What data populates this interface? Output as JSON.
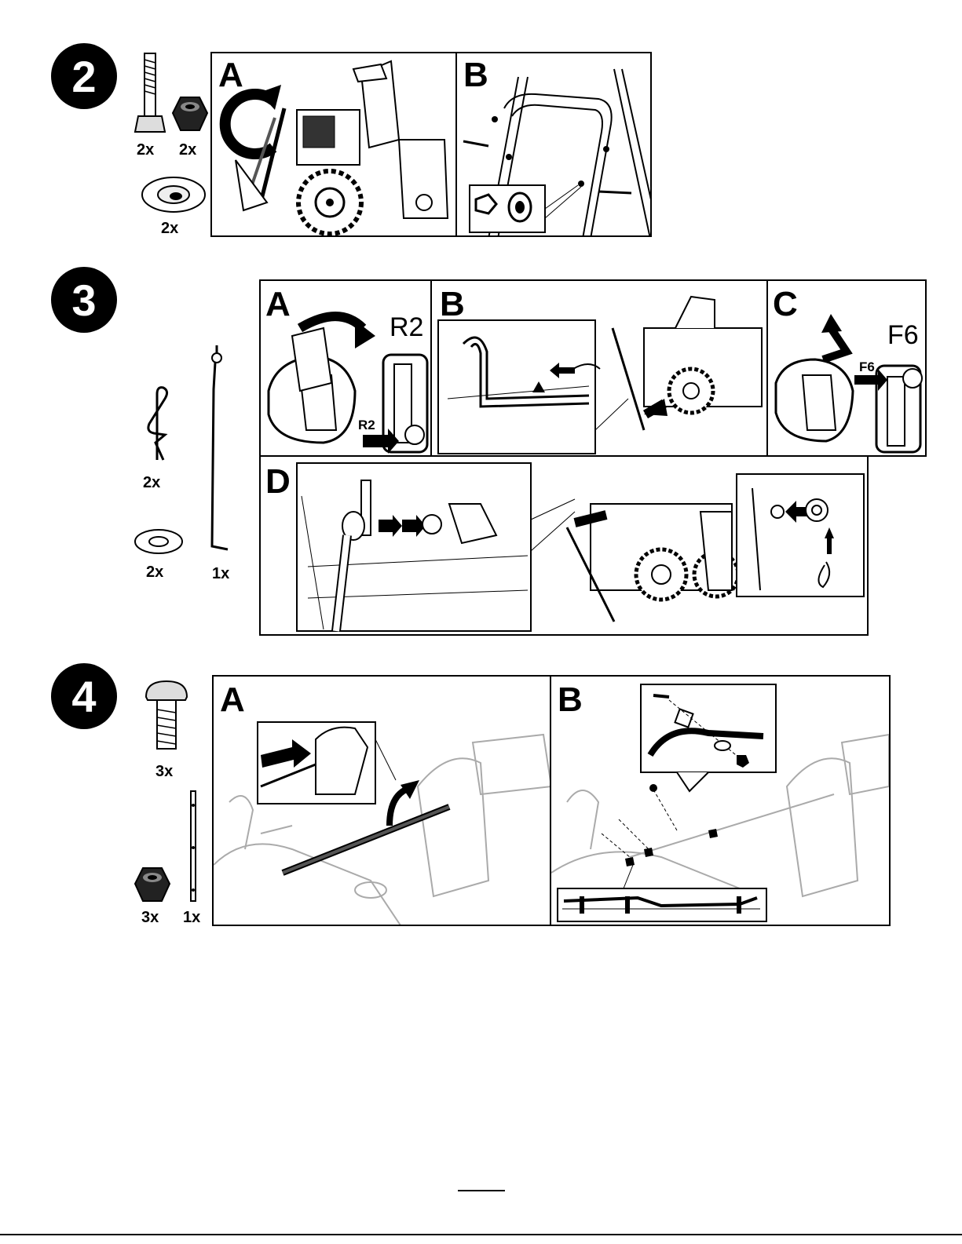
{
  "steps": [
    {
      "number": "2",
      "parts": [
        {
          "icon": "bolt-icon",
          "qty": "2x"
        },
        {
          "icon": "nut-icon",
          "qty": "2x"
        },
        {
          "icon": "cup-washer-icon",
          "qty": "2x"
        }
      ],
      "panels": [
        {
          "label": "A"
        },
        {
          "label": "B"
        }
      ]
    },
    {
      "number": "3",
      "parts": [
        {
          "icon": "hairpin-clip-icon",
          "qty": "2x"
        },
        {
          "icon": "washer-icon",
          "qty": "2x"
        },
        {
          "icon": "shift-rod-icon",
          "qty": "1x"
        }
      ],
      "panels": [
        {
          "label": "A",
          "code_large": "R2",
          "code_small": "R2"
        },
        {
          "label": "B"
        },
        {
          "label": "C",
          "code_large": "F6",
          "code_small": "F6"
        },
        {
          "label": "D"
        }
      ]
    },
    {
      "number": "4",
      "parts": [
        {
          "icon": "carriage-bolt-icon",
          "qty": "3x"
        },
        {
          "icon": "nut-icon",
          "qty": "3x"
        },
        {
          "icon": "bracket-strip-icon",
          "qty": "1x"
        }
      ],
      "panels": [
        {
          "label": "A"
        },
        {
          "label": "B"
        }
      ]
    }
  ]
}
